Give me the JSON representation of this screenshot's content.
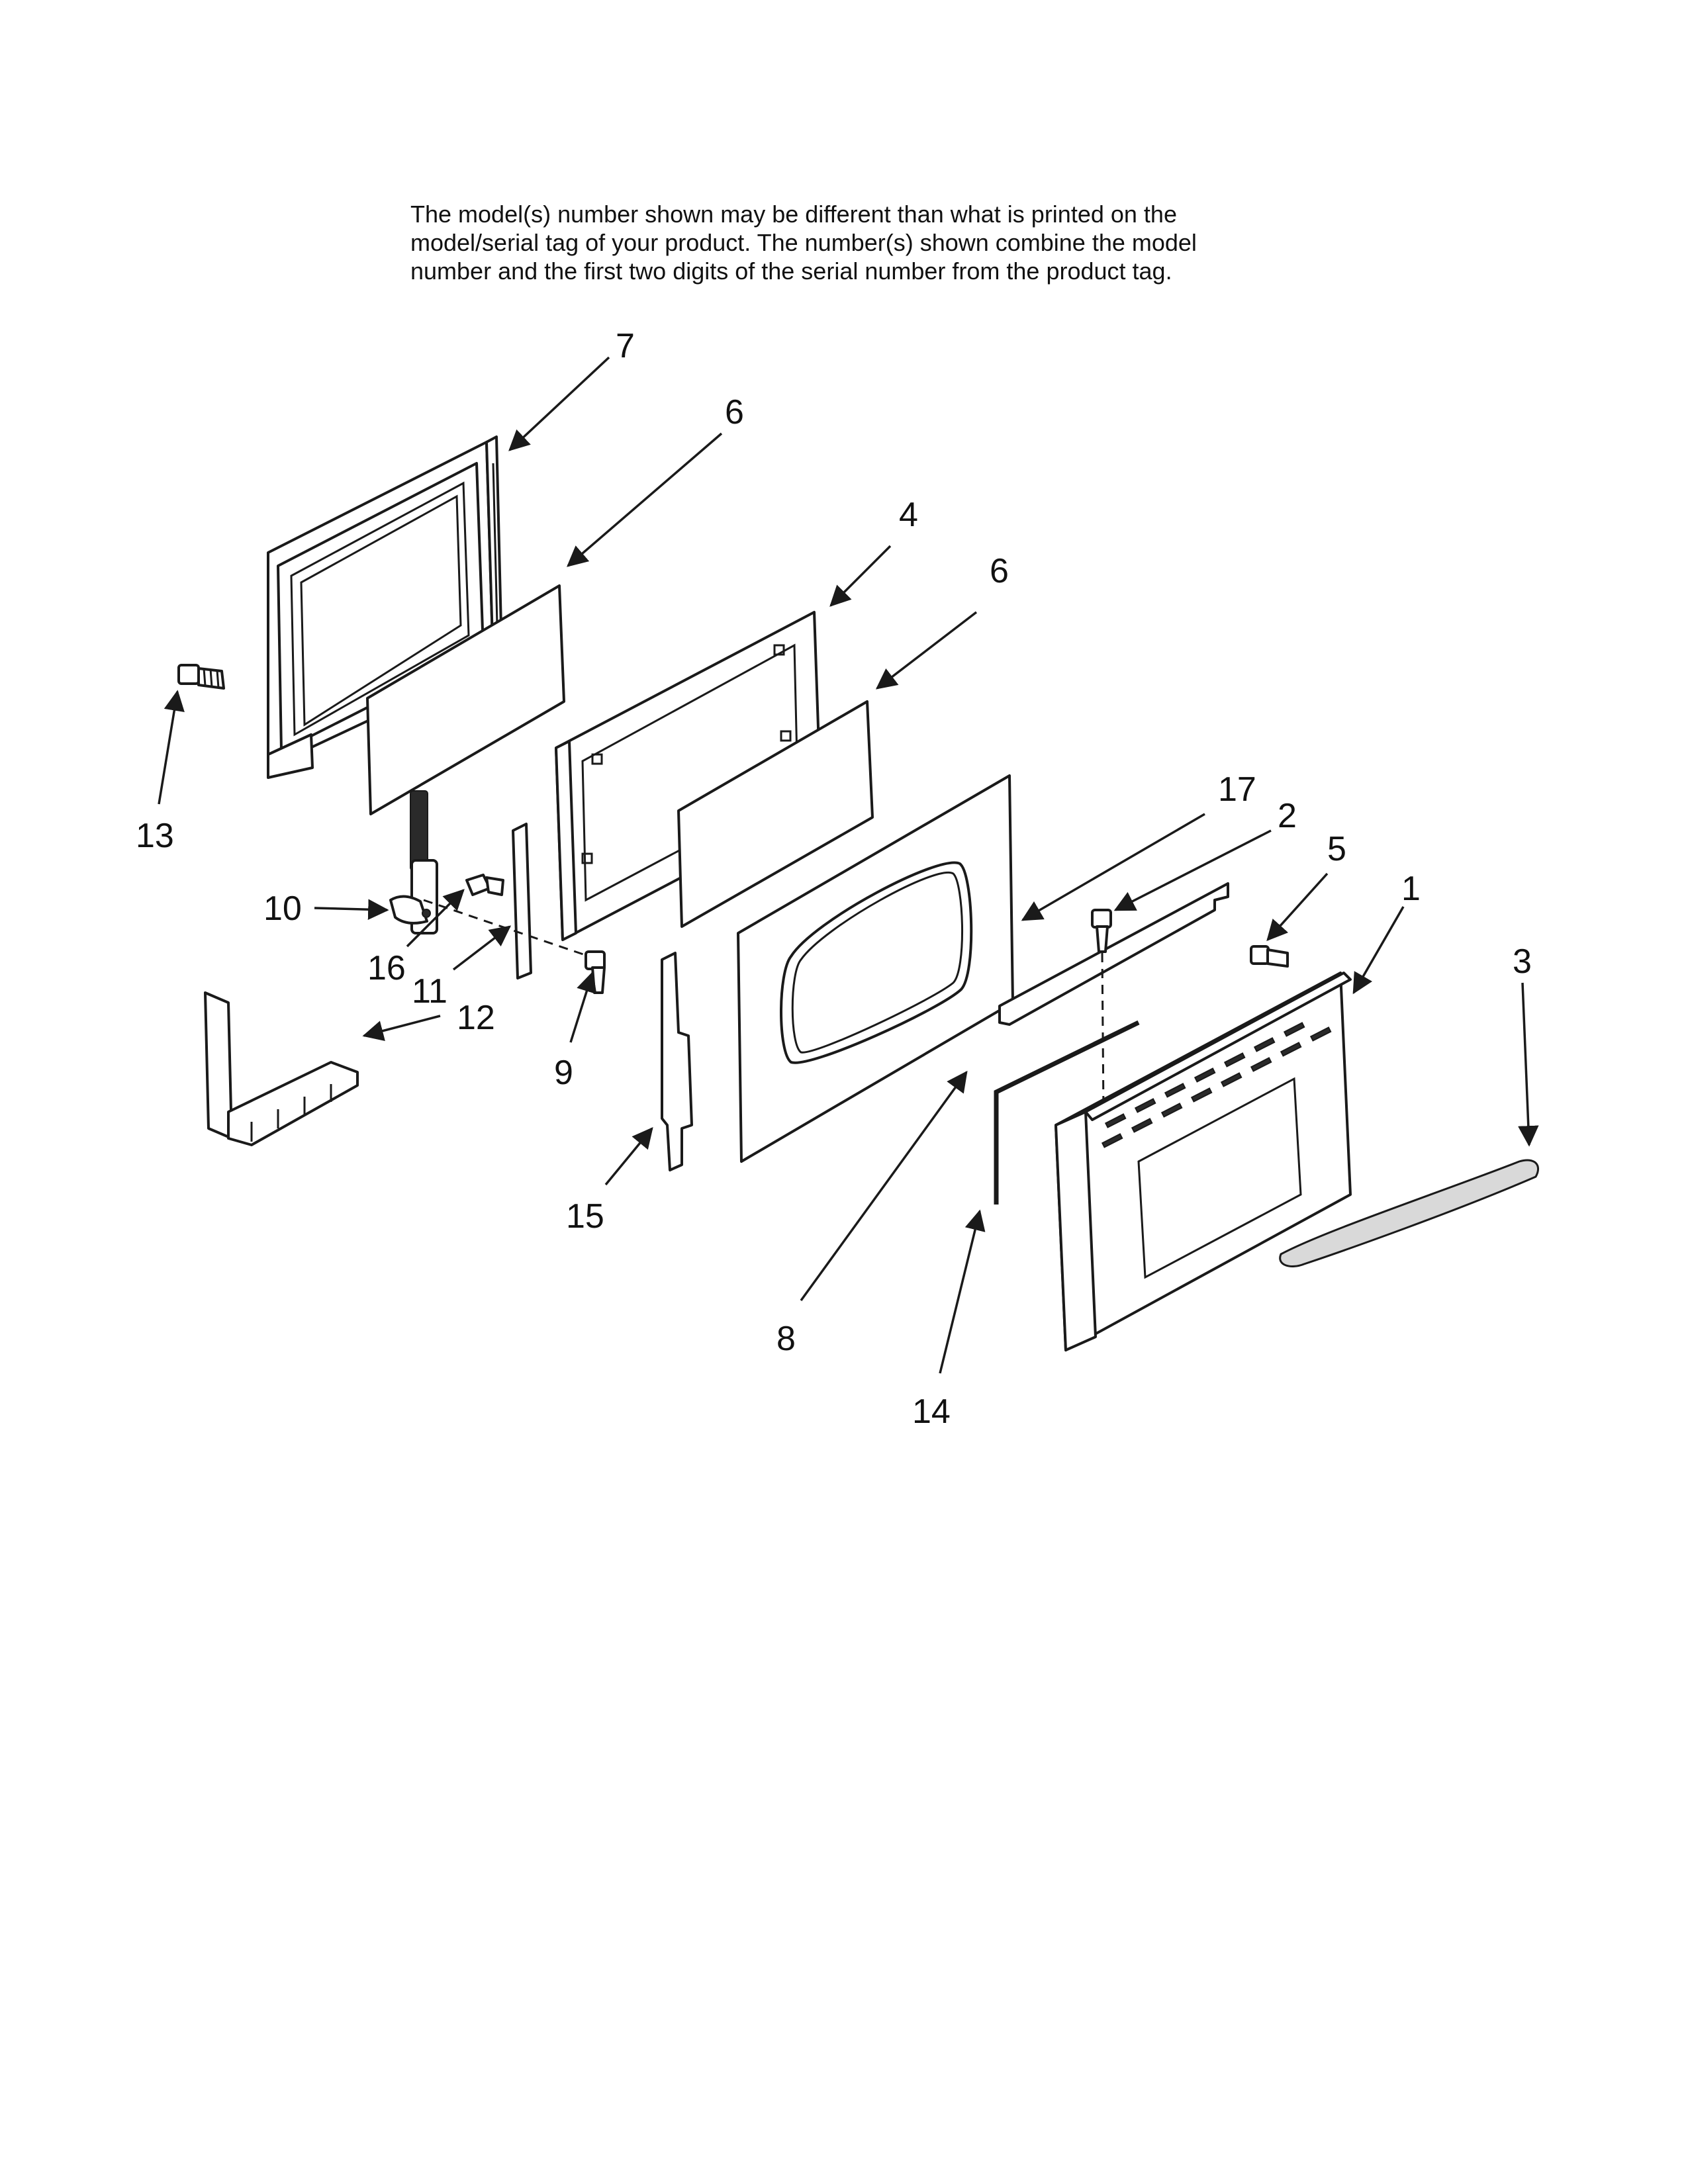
{
  "disclaimer": {
    "text": "The model(s) number shown may be different than what is printed on the\nmodel/serial tag of your product. The number(s) shown combine the model\nnumber and the first two digits of the serial number from the product tag."
  },
  "callouts": {
    "c1": "1",
    "c2": "2",
    "c3": "3",
    "c4": "4",
    "c5": "5",
    "c6a": "6",
    "c6b": "6",
    "c7": "7",
    "c8": "8",
    "c9": "9",
    "c10": "10",
    "c11": "11",
    "c12": "12",
    "c13": "13",
    "c14": "14",
    "c15": "15",
    "c16": "16",
    "c17": "17"
  }
}
